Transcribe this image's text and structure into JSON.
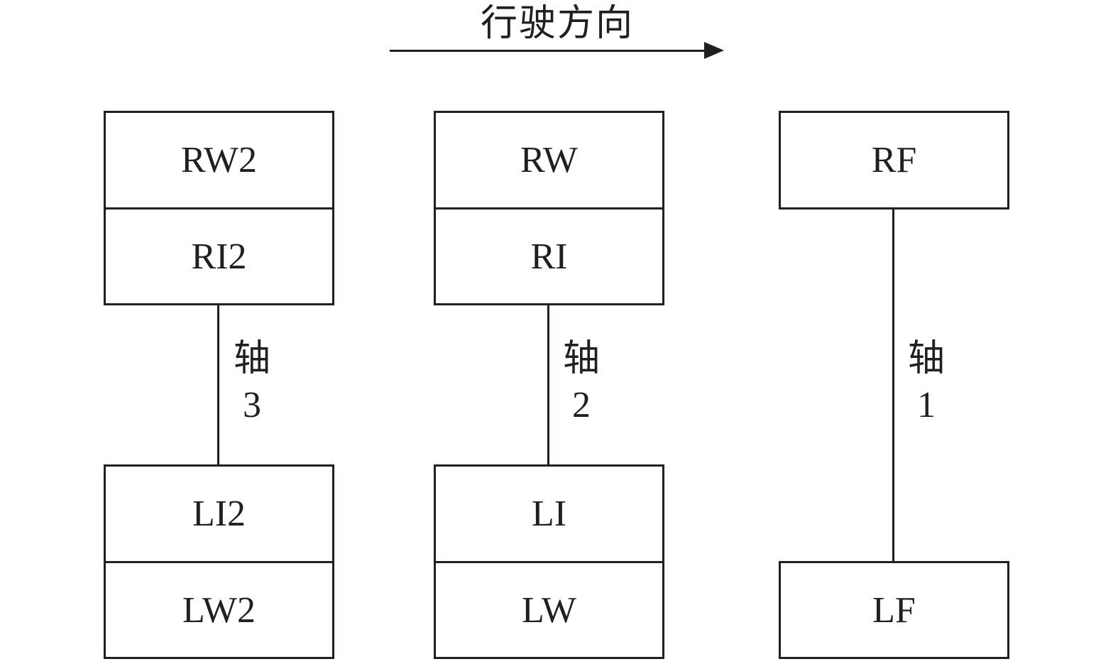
{
  "direction": {
    "label": "行驶方向"
  },
  "axles": [
    {
      "id": "axle-3",
      "label_prefix": "轴",
      "label_number": "3",
      "right_boxes": [
        "RW2",
        "RI2"
      ],
      "left_boxes": [
        "LI2",
        "LW2"
      ]
    },
    {
      "id": "axle-2",
      "label_prefix": "轴",
      "label_number": "2",
      "right_boxes": [
        "RW",
        "RI"
      ],
      "left_boxes": [
        "LI",
        "LW"
      ]
    },
    {
      "id": "axle-1",
      "label_prefix": "轴",
      "label_number": "1",
      "right_boxes": [
        "RF"
      ],
      "left_boxes": [
        "LF"
      ]
    }
  ]
}
